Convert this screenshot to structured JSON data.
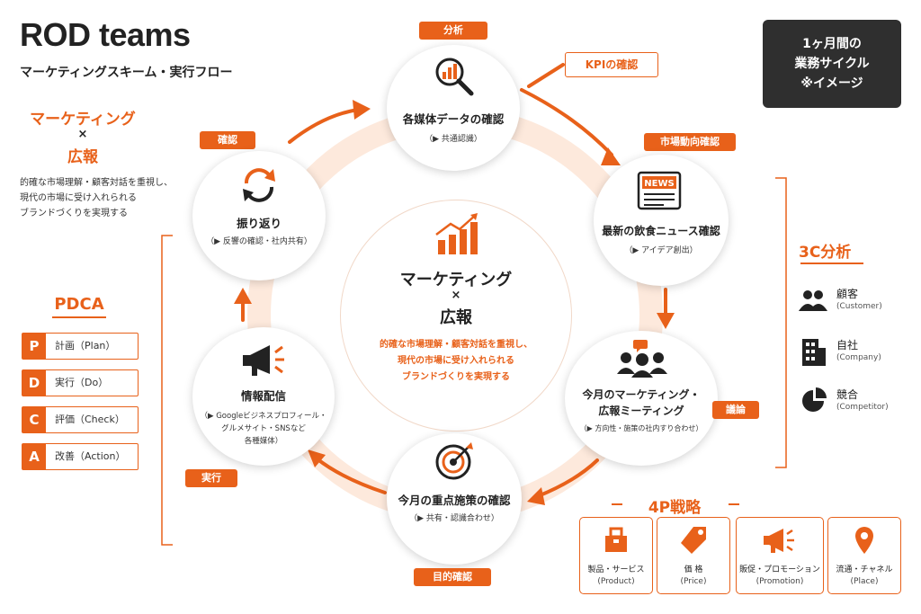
{
  "header": {
    "title": "ROD teams",
    "subtitle": "マーケティングスキーム・実行フロー"
  },
  "cycle_badge": {
    "line1": "1ヶ月間の",
    "line2": "業務サイクル",
    "line3": "※イメージ"
  },
  "left_intro": {
    "head1": "マーケティング",
    "times": "×",
    "head2": "広報",
    "desc1": "的確な市場理解・顧客対話を重視し、",
    "desc2": "現代の市場に受け入れられる",
    "desc3": "ブランドづくりを実現する"
  },
  "pdca": {
    "title": "PDCA",
    "items": [
      {
        "letter": "P",
        "label": "計画（Plan）"
      },
      {
        "letter": "D",
        "label": "実行（Do）"
      },
      {
        "letter": "C",
        "label": "評価（Check）"
      },
      {
        "letter": "A",
        "label": "改善（Action）"
      }
    ]
  },
  "center": {
    "line1": "マーケティング",
    "times": "×",
    "line2": "広報",
    "desc1": "的確な市場理解・顧客対話を重視し、",
    "desc2": "現代の市場に受け入れられる",
    "desc3": "ブランドづくりを実現する"
  },
  "steps": {
    "analysis": {
      "tag": "分析",
      "title": "各媒体データの確認",
      "sub": "（▶ 共通認識）"
    },
    "kpi": {
      "tag": "KPIの確認"
    },
    "market": {
      "tag": "市場動向確認",
      "title": "最新の飲食ニュース確認",
      "sub": "（▶ アイデア創出）"
    },
    "meeting": {
      "tag": "議論",
      "title1": "今月のマーケティング・",
      "title2": "広報ミーティング",
      "sub": "（▶ 方向性・施策の社内すり合わせ）"
    },
    "focus": {
      "tag": "目的確認",
      "title": "今月の重点施策の確認",
      "sub": "（▶ 共有・認識合わせ）"
    },
    "distribution": {
      "tag": "実行",
      "title": "情報配信",
      "sub1": "（▶ Googleビジネスプロフィール・",
      "sub2": "グルメサイト・SNSなど",
      "sub3": "各種媒体）"
    },
    "review": {
      "tag": "確認",
      "title": "振り返り",
      "sub": "（▶ 反響の確認・社内共有）"
    }
  },
  "news_badge": "NEWS",
  "c3": {
    "title": "3C分析",
    "items": [
      {
        "label": "顧客",
        "en": "(Customer)"
      },
      {
        "label": "自社",
        "en": "(Company)"
      },
      {
        "label": "競合",
        "en": "(Competitor)"
      }
    ]
  },
  "p4": {
    "title": "4P戦略",
    "items": [
      {
        "label": "製品・サービス",
        "en": "(Product)"
      },
      {
        "label": "価 格",
        "en": "(Price)"
      },
      {
        "label": "販促・プロモーション",
        "en": "(Promotion)"
      },
      {
        "label": "流通・チャネル",
        "en": "(Place)"
      }
    ]
  },
  "colors": {
    "accent": "#e8611a",
    "dark": "#2f2f2f"
  }
}
